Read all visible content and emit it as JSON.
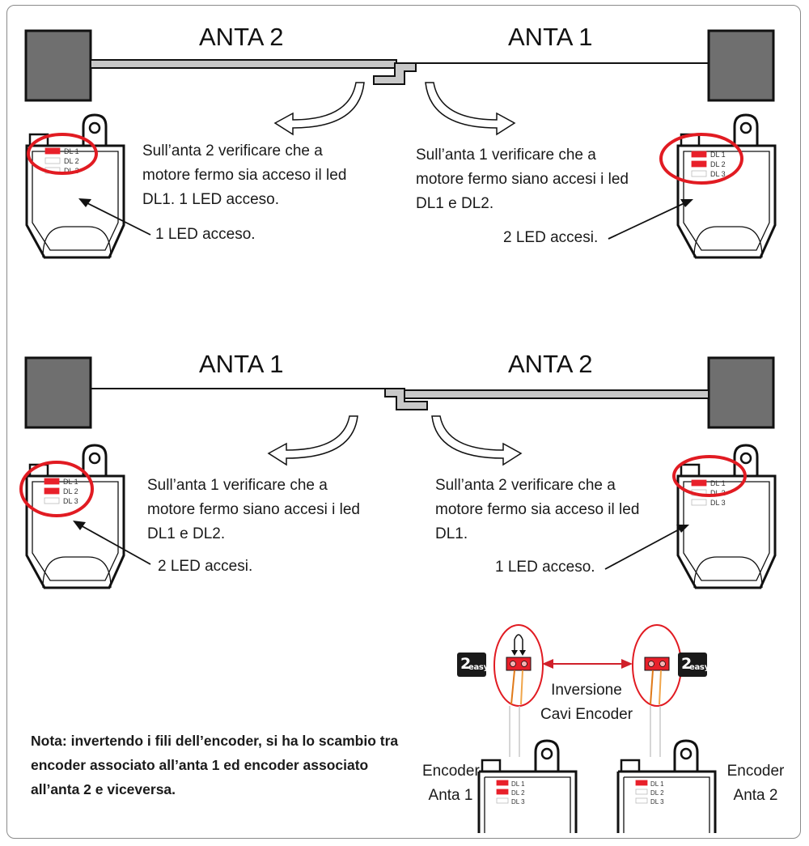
{
  "colors": {
    "led_on": "#e8202a",
    "highlight": "#e11b22",
    "pillar": "#6f6f6f",
    "gate_bar": "#c8c8c8",
    "arrow_double": "#d0202a"
  },
  "icons": [
    "pillar-icon",
    "gate-leaf-icon",
    "control-unit-icon",
    "led-indicator-icon",
    "curved-arrow-icon",
    "connector-icon",
    "brand-logo-icon"
  ],
  "scenario_top": {
    "leaf_left_label": "ANTA 2",
    "leaf_right_label": "ANTA 1",
    "left_text": "Sull’anta 2 verificare che a motore fermo sia acceso il led DL1. 1 LED acceso.",
    "right_text": "Sull’anta 1 verificare che a motore fermo siano accesi i led DL1 e DL2.",
    "left_callout": "1 LED acceso.",
    "right_callout": "2 LED accesi.",
    "unit_left": {
      "leds": [
        "DL 1",
        "DL 2",
        "DL 3"
      ],
      "on": [
        true,
        false,
        false
      ]
    },
    "unit_right": {
      "leds": [
        "DL 1",
        "DL 2",
        "DL 3"
      ],
      "on": [
        true,
        true,
        false
      ]
    }
  },
  "scenario_bottom": {
    "leaf_left_label": "ANTA 1",
    "leaf_right_label": "ANTA 2",
    "left_text": "Sull’anta 1 verificare che a motore fermo siano accesi i led DL1 e DL2.",
    "right_text": "Sull’anta 2 verificare che a motore fermo sia acceso il led DL1.",
    "left_callout": "2 LED accesi.",
    "right_callout": "1 LED acceso.",
    "unit_left": {
      "leds": [
        "DL 1",
        "DL 2",
        "DL 3"
      ],
      "on": [
        true,
        true,
        false
      ]
    },
    "unit_right": {
      "leds": [
        "DL 1",
        "DL 2",
        "DL 3"
      ],
      "on": [
        true,
        false,
        false
      ]
    }
  },
  "note": "Nota: invertendo i fili dell’encoder, si ha lo scambio tra encoder associato all’anta 1 ed encoder associato all’anta 2 e viceversa.",
  "swap": {
    "logo_left": {
      "main": "2",
      "sub": "easy"
    },
    "logo_right": {
      "main": "2",
      "sub": "easy"
    },
    "label": "Inversione Cavi Encoder",
    "encoder_left": "Encoder Anta 1",
    "encoder_right": "Encoder Anta 2",
    "unit_left": {
      "leds": [
        "DL 1",
        "DL 2",
        "DL 3"
      ],
      "on": [
        true,
        true,
        false
      ]
    },
    "unit_right": {
      "leds": [
        "DL 1",
        "DL 2",
        "DL 3"
      ],
      "on": [
        true,
        false,
        false
      ]
    }
  }
}
